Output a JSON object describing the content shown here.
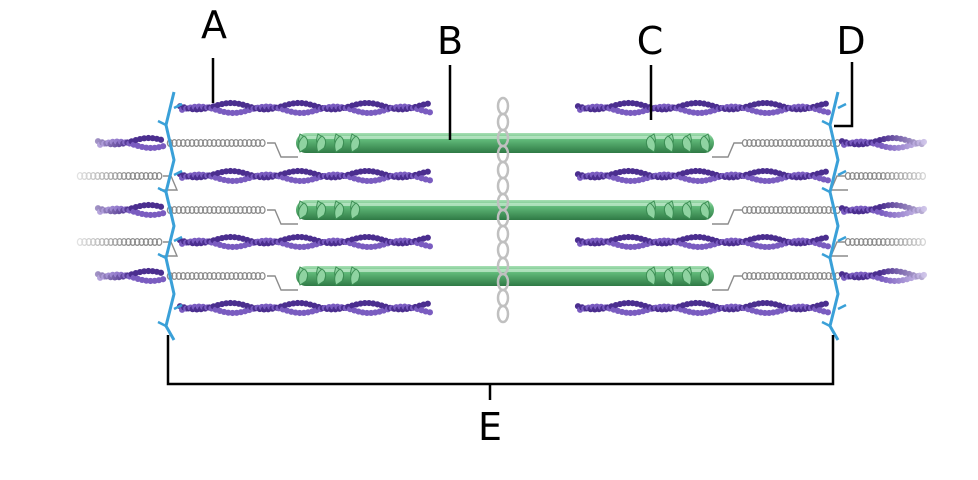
{
  "labels": {
    "a": "A",
    "b": "B",
    "c": "C",
    "d": "D",
    "e": "E"
  },
  "colors": {
    "actin": "#4b2e8f",
    "actin_light": "#7a5cc0",
    "myosin": "#3f9a5c",
    "myosin_light": "#8fd3a1",
    "titin": "#a8a8a8",
    "z_disc": "#3aa0d8",
    "m_line": "#c0c0c0"
  }
}
